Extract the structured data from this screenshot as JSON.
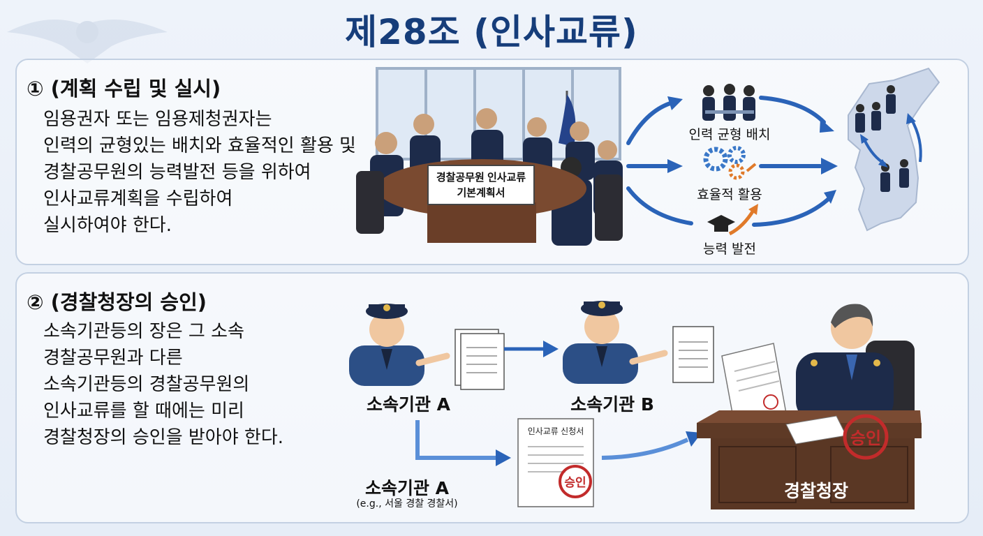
{
  "title": "제28조 (인사교류)",
  "section1": {
    "heading": "① (계획 수립 및 실시)",
    "lines": [
      "임용권자 또는 임용제청권자는",
      "인력의 균형있는 배치와 효율적인 활용 및",
      "경찰공무원의 능력발전 등을 위하여",
      "인사교류계획을 수립하여",
      "실시하여야 한다."
    ],
    "sign": [
      "경찰공무원 인사교류",
      "기본계획서"
    ],
    "labels": {
      "balance": "인력 균형 배치",
      "efficiency": "효율적 활용",
      "development": "능력 발전"
    }
  },
  "section2": {
    "heading": "② (경찰청장의 승인)",
    "lines": [
      "소속기관등의 장은 그 소속",
      "경찰공무원과 다른",
      "소속기관등의 경찰공무원의",
      "인사교류를 할 때에는 미리",
      "경찰청장의 승인을 받아야 한다."
    ],
    "agency_a": "소속기관 A",
    "agency_b": "소속기관 B",
    "agency_a2": "소속기관 A",
    "agency_a2_example": "(e.g., 서울 경찰 경찰서)",
    "doc_title": "인사교류 신청서",
    "stamp": "승인",
    "chief": "경찰청장"
  },
  "colors": {
    "title": "#163d7a",
    "arrow": "#2a63b8",
    "uniform": "#1d2b4a",
    "stamp": "#c22b2b",
    "desk": "#5e3a26"
  }
}
